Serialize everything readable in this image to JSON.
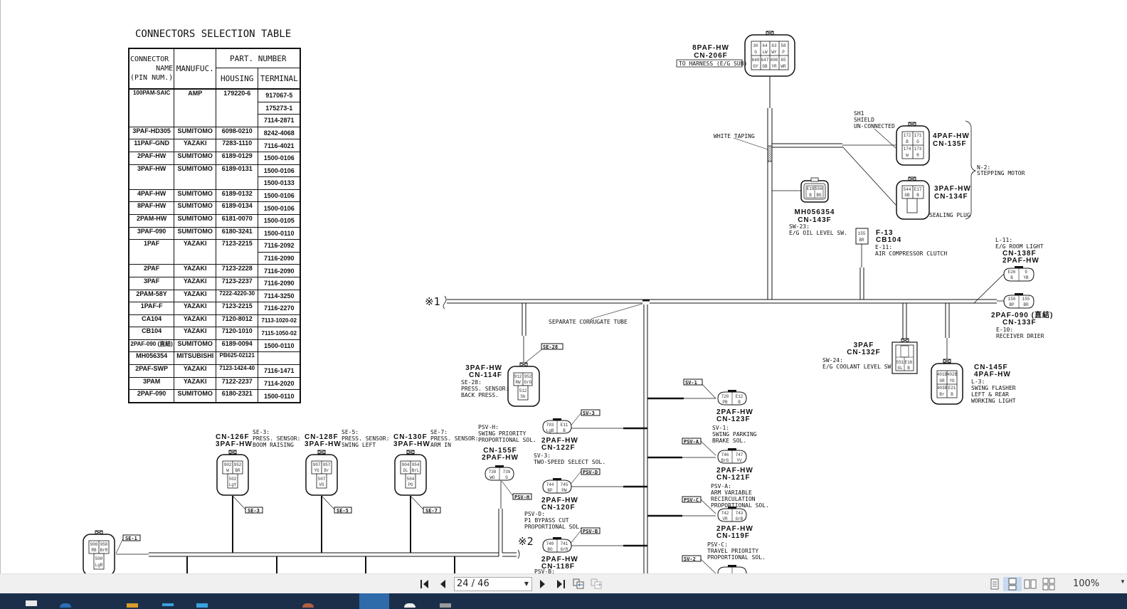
{
  "table": {
    "title": "CONNECTORS SELECTION TABLE",
    "headers": {
      "connector": [
        "CONNECTOR",
        "NAME",
        "(PIN NUM.)"
      ],
      "manufacturer": "MANUFUC.",
      "part_number": "PART. NUMBER",
      "housing": "HOUSING",
      "terminal": "TERMINAL"
    },
    "rows": [
      {
        "name": "100PAM-SAIC",
        "manuf": "AMP",
        "housing": "179220-6",
        "terminals": [
          "917067-5",
          "175273-1",
          "7114-2871"
        ]
      },
      {
        "name": "3PAF-HD305",
        "manuf": "SUMITOMO",
        "housing": "6098-0210",
        "terminals": [
          "8242-4068"
        ]
      },
      {
        "name": "11PAF-GND",
        "manuf": "YAZAKI",
        "housing": "7283-1110",
        "terminals": [
          "7116-4021"
        ]
      },
      {
        "name": "2PAF-HW",
        "manuf": "SUMITOMO",
        "housing": "6189-0129",
        "terminals": [
          "1500-0106"
        ]
      },
      {
        "name": "3PAF-HW",
        "manuf": "SUMITOMO",
        "housing": "6189-0131",
        "terminals": [
          "1500-0106",
          "1500-0133"
        ]
      },
      {
        "name": "4PAF-HW",
        "manuf": "SUMITOMO",
        "housing": "6189-0132",
        "terminals": [
          "1500-0106"
        ]
      },
      {
        "name": "8PAF-HW",
        "manuf": "SUMITOMO",
        "housing": "6189-0134",
        "terminals": [
          "1500-0106"
        ]
      },
      {
        "name": "2PAM-HW",
        "manuf": "SUMITOMO",
        "housing": "6181-0070",
        "terminals": [
          "1500-0105"
        ]
      },
      {
        "name": "3PAF-090",
        "manuf": "SUMITOMO",
        "housing": "6180-3241",
        "terminals": [
          "1500-0110"
        ]
      },
      {
        "name": "1PAF",
        "manuf": "YAZAKI",
        "housing": "7123-2215",
        "terminals": [
          "7116-2092",
          "7116-2090"
        ]
      },
      {
        "name": "2PAF",
        "manuf": "YAZAKI",
        "housing": "7123-2228",
        "terminals": [
          "7116-2090"
        ]
      },
      {
        "name": "3PAF",
        "manuf": "YAZAKI",
        "housing": "7123-2237",
        "terminals": [
          "7116-2090"
        ]
      },
      {
        "name": "2PAM-58Y",
        "manuf": "YAZAKI",
        "housing": "7222-4220-30",
        "terminals": [
          "7114-3250"
        ]
      },
      {
        "name": "1PAF-F",
        "manuf": "YAZAKI",
        "housing": "7123-2215",
        "terminals": [
          "7116-2270"
        ]
      },
      {
        "name": "CA104",
        "manuf": "YAZAKI",
        "housing": "7120-8012",
        "terminals": [
          "7113-1020-02"
        ]
      },
      {
        "name": "CB104",
        "manuf": "YAZAKI",
        "housing": "7120-1010",
        "terminals": [
          "7115-1050-02"
        ]
      },
      {
        "name": "2PAF-090 (直結)",
        "manuf": "SUMITOMO",
        "housing": "6189-0094",
        "terminals": [
          "1500-0110"
        ]
      },
      {
        "name": "MH056354",
        "manuf": "MITSUBISHI",
        "housing": "PB625-02121",
        "terminals": [
          ""
        ]
      },
      {
        "name": "2PAF-SWP",
        "manuf": "YAZAKI",
        "housing": "7123-1424-40",
        "terminals": [
          "7116-1471"
        ]
      },
      {
        "name": "3PAM",
        "manuf": "YAZAKI",
        "housing": "7122-2237",
        "terminals": [
          "7114-2020"
        ]
      },
      {
        "name": "2PAF-090",
        "manuf": "SUMITOMO",
        "housing": "6180-2321",
        "terminals": [
          "1500-0110"
        ]
      }
    ]
  },
  "diagram": {
    "labels": {
      "cn206_type": "8PAF-HW",
      "cn206_name": "CN-206F",
      "cn206_note": "TO HARNESS (E/G SUB)",
      "cn206_pins": [
        "30",
        "64",
        "63",
        "58",
        "G",
        "LW",
        "WY",
        "P",
        "640",
        "647",
        "600",
        "65",
        "GY",
        "GB",
        "YR",
        "WR"
      ],
      "white_taping": "WHITE TAPING",
      "sh1": [
        "SH1",
        "SHIELD",
        "UN-CONNECTED"
      ],
      "cn135_type": "4PAF-HW",
      "cn135_name": "CN-135F",
      "cn135_pins": [
        "172",
        "171",
        "B",
        "G",
        "174",
        "173",
        "W",
        "R"
      ],
      "cn134_type": "3PAF-HW",
      "cn134_name": "CN-134F",
      "cn134_pins": [
        "544",
        "E17",
        "GB",
        "B"
      ],
      "sealing_plug": "SEALING PLUG",
      "n2": [
        "N-2:",
        "STEPPING MOTOR"
      ],
      "cn143_type": "MH056354",
      "cn143_name": "CN-143F",
      "cn143_pins": [
        "E19",
        "550",
        "B",
        "BG"
      ],
      "sw23": [
        "SW-23:",
        "E/G OIL LEVEL SW."
      ],
      "f13_name": "F-13",
      "f13_type": "CB104",
      "f13_pins": [
        "155",
        "BR"
      ],
      "e11": [
        "E-11:",
        "AIR COMPRESSOR CLUTCH"
      ],
      "l11": [
        "L-11:",
        "E/G ROOM LIGHT"
      ],
      "cn138_name": "CN-138F",
      "cn138_type": "2PAF-HW",
      "cn138_pins": [
        "E26",
        "9",
        "B",
        "YB"
      ],
      "cn133_pins": [
        "150",
        "155",
        "BP",
        "BR"
      ],
      "cn133_type": "2PAF-090 (直結)",
      "cn133_name": "CN-133F",
      "e10": [
        "E-10:",
        "RECEIVER DRIER"
      ],
      "mark1": "※1",
      "mark2": "※2",
      "separate_tube": "SEPARATE CORRUGATE TUBE",
      "se28_tag": "SE-28",
      "cn114_type": "3PAF-HW",
      "cn114_name": "CN-114F",
      "cn114_pins": [
        "912",
        "952",
        "RW",
        "GrG",
        "512",
        "Sb"
      ],
      "se28": [
        "SE-28:",
        "PRESS. SENSOR:",
        "BACK PRESS."
      ],
      "cn132_type": "3PAF",
      "cn132_name": "CN-132F",
      "cn132_pins": [
        "551",
        "E16",
        "GL",
        "B"
      ],
      "sw24": [
        "SW-24:",
        "E/G COOLANT LEVEL SW."
      ],
      "cn145_name": "CN-145F",
      "cn145_type": "4PAF-HW",
      "cn145_pins": [
        "401B",
        "402B",
        "GR",
        "YG",
        "403B",
        "E21",
        "Br",
        "B"
      ],
      "l3": [
        "L-3:",
        "SWING FLASHER",
        "LEFT & REAR",
        "WORKING LIGHT"
      ],
      "sv1_tag": "SV-1",
      "cn123_type": "2PAF-HW",
      "cn123_name": "CN-123F",
      "cn123_pins": [
        "720",
        "E12",
        "PB",
        "B"
      ],
      "sv1": [
        "SV-1:",
        "SWING PARKING",
        "BRAKE SOL."
      ],
      "psva_tag": "PSV-A",
      "cn121_type": "2PAF-HW",
      "cn121_name": "CN-121F",
      "cn121_pins": [
        "746",
        "747",
        "BrG",
        "YV"
      ],
      "psva": [
        "PSV-A:",
        "ARM VARIABLE",
        "RECIRCULATION",
        "PROPORTIONAL SOL."
      ],
      "psvc_tag": "PSV-C",
      "cn119_type": "2PAF-HW",
      "cn119_name": "CN-119F",
      "cn119_pins": [
        "742",
        "743",
        "VR",
        "GrB"
      ],
      "psvc": [
        "PSV-C:",
        "TRAVEL PRIORITY",
        "PROPORTIONAL SOL."
      ],
      "sv2_tag": "SV-2",
      "sv3_tag": "SV-3",
      "cn122_type": "2PAF-HW",
      "cn122_name": "CN-122F",
      "cn122_pins": [
        "703",
        "E11",
        "LgB",
        "B"
      ],
      "sv3": [
        "SV-3:",
        "TWO-SPEED SELECT SOL."
      ],
      "psvd_tag": "PSV-D",
      "cn120_type": "2PAF-HW",
      "cn120_name": "CN-120F",
      "cn120_pins": [
        "744",
        "745",
        "BP",
        "PW"
      ],
      "psvd": [
        "PSV-D:",
        "P1 BYPASS CUT",
        "PROPORTIONAL SOL."
      ],
      "psvb_tag": "PSV-B",
      "cn118_type": "2PAF-HW",
      "cn118_name": "CN-118F",
      "cn118_pins": [
        "740",
        "741",
        "BO",
        "GrR"
      ],
      "psvb": "PSV-B:",
      "psvh": [
        "PSV-H:",
        "SWING PRIORITY",
        "PROPORTIONAL SOL."
      ],
      "cn155_name": "CN-155F",
      "cn155_type": "2PAF-HW",
      "cn155_pins": [
        "738",
        "739",
        "WO",
        "G"
      ],
      "psvh_tag": "PSV-H",
      "cn126_name": "CN-126F",
      "cn126_type": "3PAF-HW",
      "cn126_pins": [
        "902",
        "952",
        "W",
        "BR",
        "502",
        "LgY"
      ],
      "se3": [
        "SE-3:",
        "PRESS. SENSOR:",
        "BOOM RAISING"
      ],
      "se3_tag": "SE-3",
      "cn128_name": "CN-128F",
      "cn128_type": "3PAF-HW",
      "cn128_pins": [
        "907",
        "957",
        "YG",
        "Br",
        "507",
        "VG"
      ],
      "se5": [
        "SE-5:",
        "PRESS. SENSOR:",
        "SWING LEFT"
      ],
      "se5_tag": "SE-5",
      "cn130_name": "CN-130F",
      "cn130_type": "3PAF-HW",
      "cn130_pins": [
        "904",
        "954",
        "DL",
        "BrL",
        "504",
        "PG"
      ],
      "se7": [
        "SE-7:",
        "PRESS. SENSOR:",
        "ARM IN"
      ],
      "se7_tag": "SE-7",
      "cn_se1_pins": [
        "900",
        "950",
        "RB",
        "BrR",
        "500",
        "LgR"
      ],
      "se1_tag": "SE-1"
    }
  },
  "toolbar": {
    "page_display": "24 / 46",
    "zoom": "100%",
    "first_page": "first-page",
    "prev_page": "previous-page",
    "next_page": "next-page",
    "last_page": "last-page"
  }
}
